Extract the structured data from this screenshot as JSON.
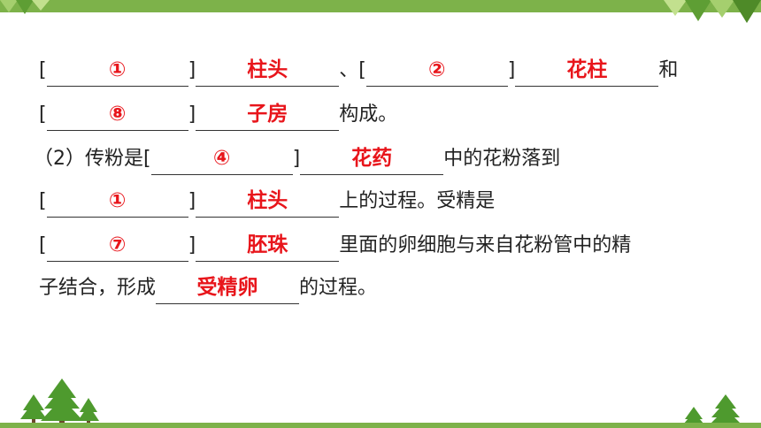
{
  "text": {
    "open_bracket": "[",
    "close_bracket": "]",
    "comma": "、",
    "and": "和",
    "composed": "构成。",
    "l3_prefix": "（2）传粉是",
    "l3_suffix": "中的花粉落到",
    "l4_suffix": "上的过程。受精是",
    "l5_suffix": "里面的卵细胞与来自花粉管中的精",
    "l6_prefix": "子结合，形成",
    "l6_suffix": "的过程。"
  },
  "answers": {
    "n1": "①",
    "a1": "柱头",
    "n2": "②",
    "a2": "花柱",
    "n3": "⑧",
    "a3": "子房",
    "n4": "④",
    "a4": "花药",
    "n5": "①",
    "a5": "柱头",
    "n6": "⑦",
    "a6": "胚珠",
    "a7": "受精卵"
  },
  "colors": {
    "answer": "#e8151b",
    "accent_green": "#7db24a",
    "tree_green": "#4e9a2e"
  },
  "icons": [
    "tree-icon",
    "triangle-pattern"
  ]
}
